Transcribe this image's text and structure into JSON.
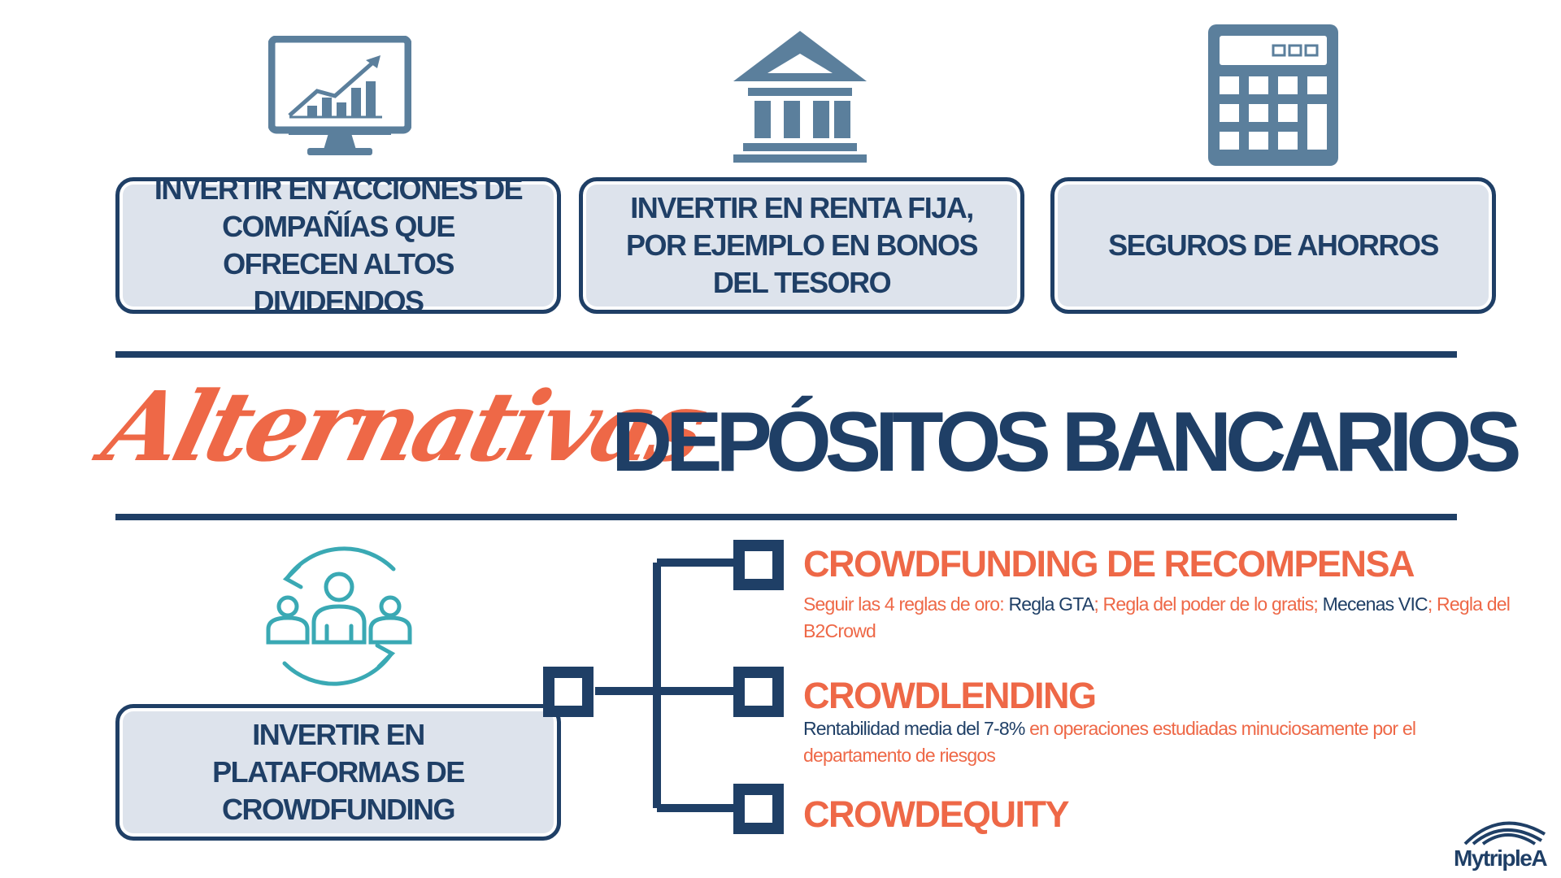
{
  "top_boxes": [
    {
      "label": "INVERTIR EN ACCIONES DE COMPAÑÍAS QUE OFRECEN ALTOS DIVIDENDOS",
      "icon": "chart-monitor-icon"
    },
    {
      "label": "INVERTIR EN RENTA FIJA, POR EJEMPLO EN BONOS DEL TESORO",
      "icon": "bank-icon"
    },
    {
      "label": "SEGUROS DE AHORROS",
      "icon": "calculator-icon"
    }
  ],
  "headline": {
    "script": "Alternativas",
    "main": "DEPÓSITOS BANCARIOS"
  },
  "crowdfunding_box": {
    "label": "INVERTIR EN PLATAFORMAS DE CROWDFUNDING",
    "icon": "people-cycle-icon"
  },
  "branches": [
    {
      "title": "CROWDFUNDING DE RECOMPENSA",
      "desc": [
        {
          "t": "Seguir las 4 reglas de oro: ",
          "c": "o"
        },
        {
          "t": "Regla GTA",
          "c": "d"
        },
        {
          "t": "; Regla del poder de lo gratis; ",
          "c": "o"
        },
        {
          "t": "Mecenas VIC",
          "c": "d"
        },
        {
          "t": "; Regla del B2Crowd",
          "c": "o"
        }
      ]
    },
    {
      "title": "CROWDLENDING",
      "desc": [
        {
          "t": "Rentabilidad media del 7-8% ",
          "c": "d"
        },
        {
          "t": "en operaciones estudiadas minuciosamente por el departamento de riesgos",
          "c": "o"
        }
      ]
    },
    {
      "title": "CROWDEQUITY",
      "desc": []
    }
  ],
  "logo": {
    "text": "MytripleA"
  },
  "colors": {
    "navy": "#1f3f66",
    "coral": "#ee6847",
    "steel": "#5b7f9c",
    "teal": "#3aa9b4",
    "box_fill": "#dde3ec"
  }
}
